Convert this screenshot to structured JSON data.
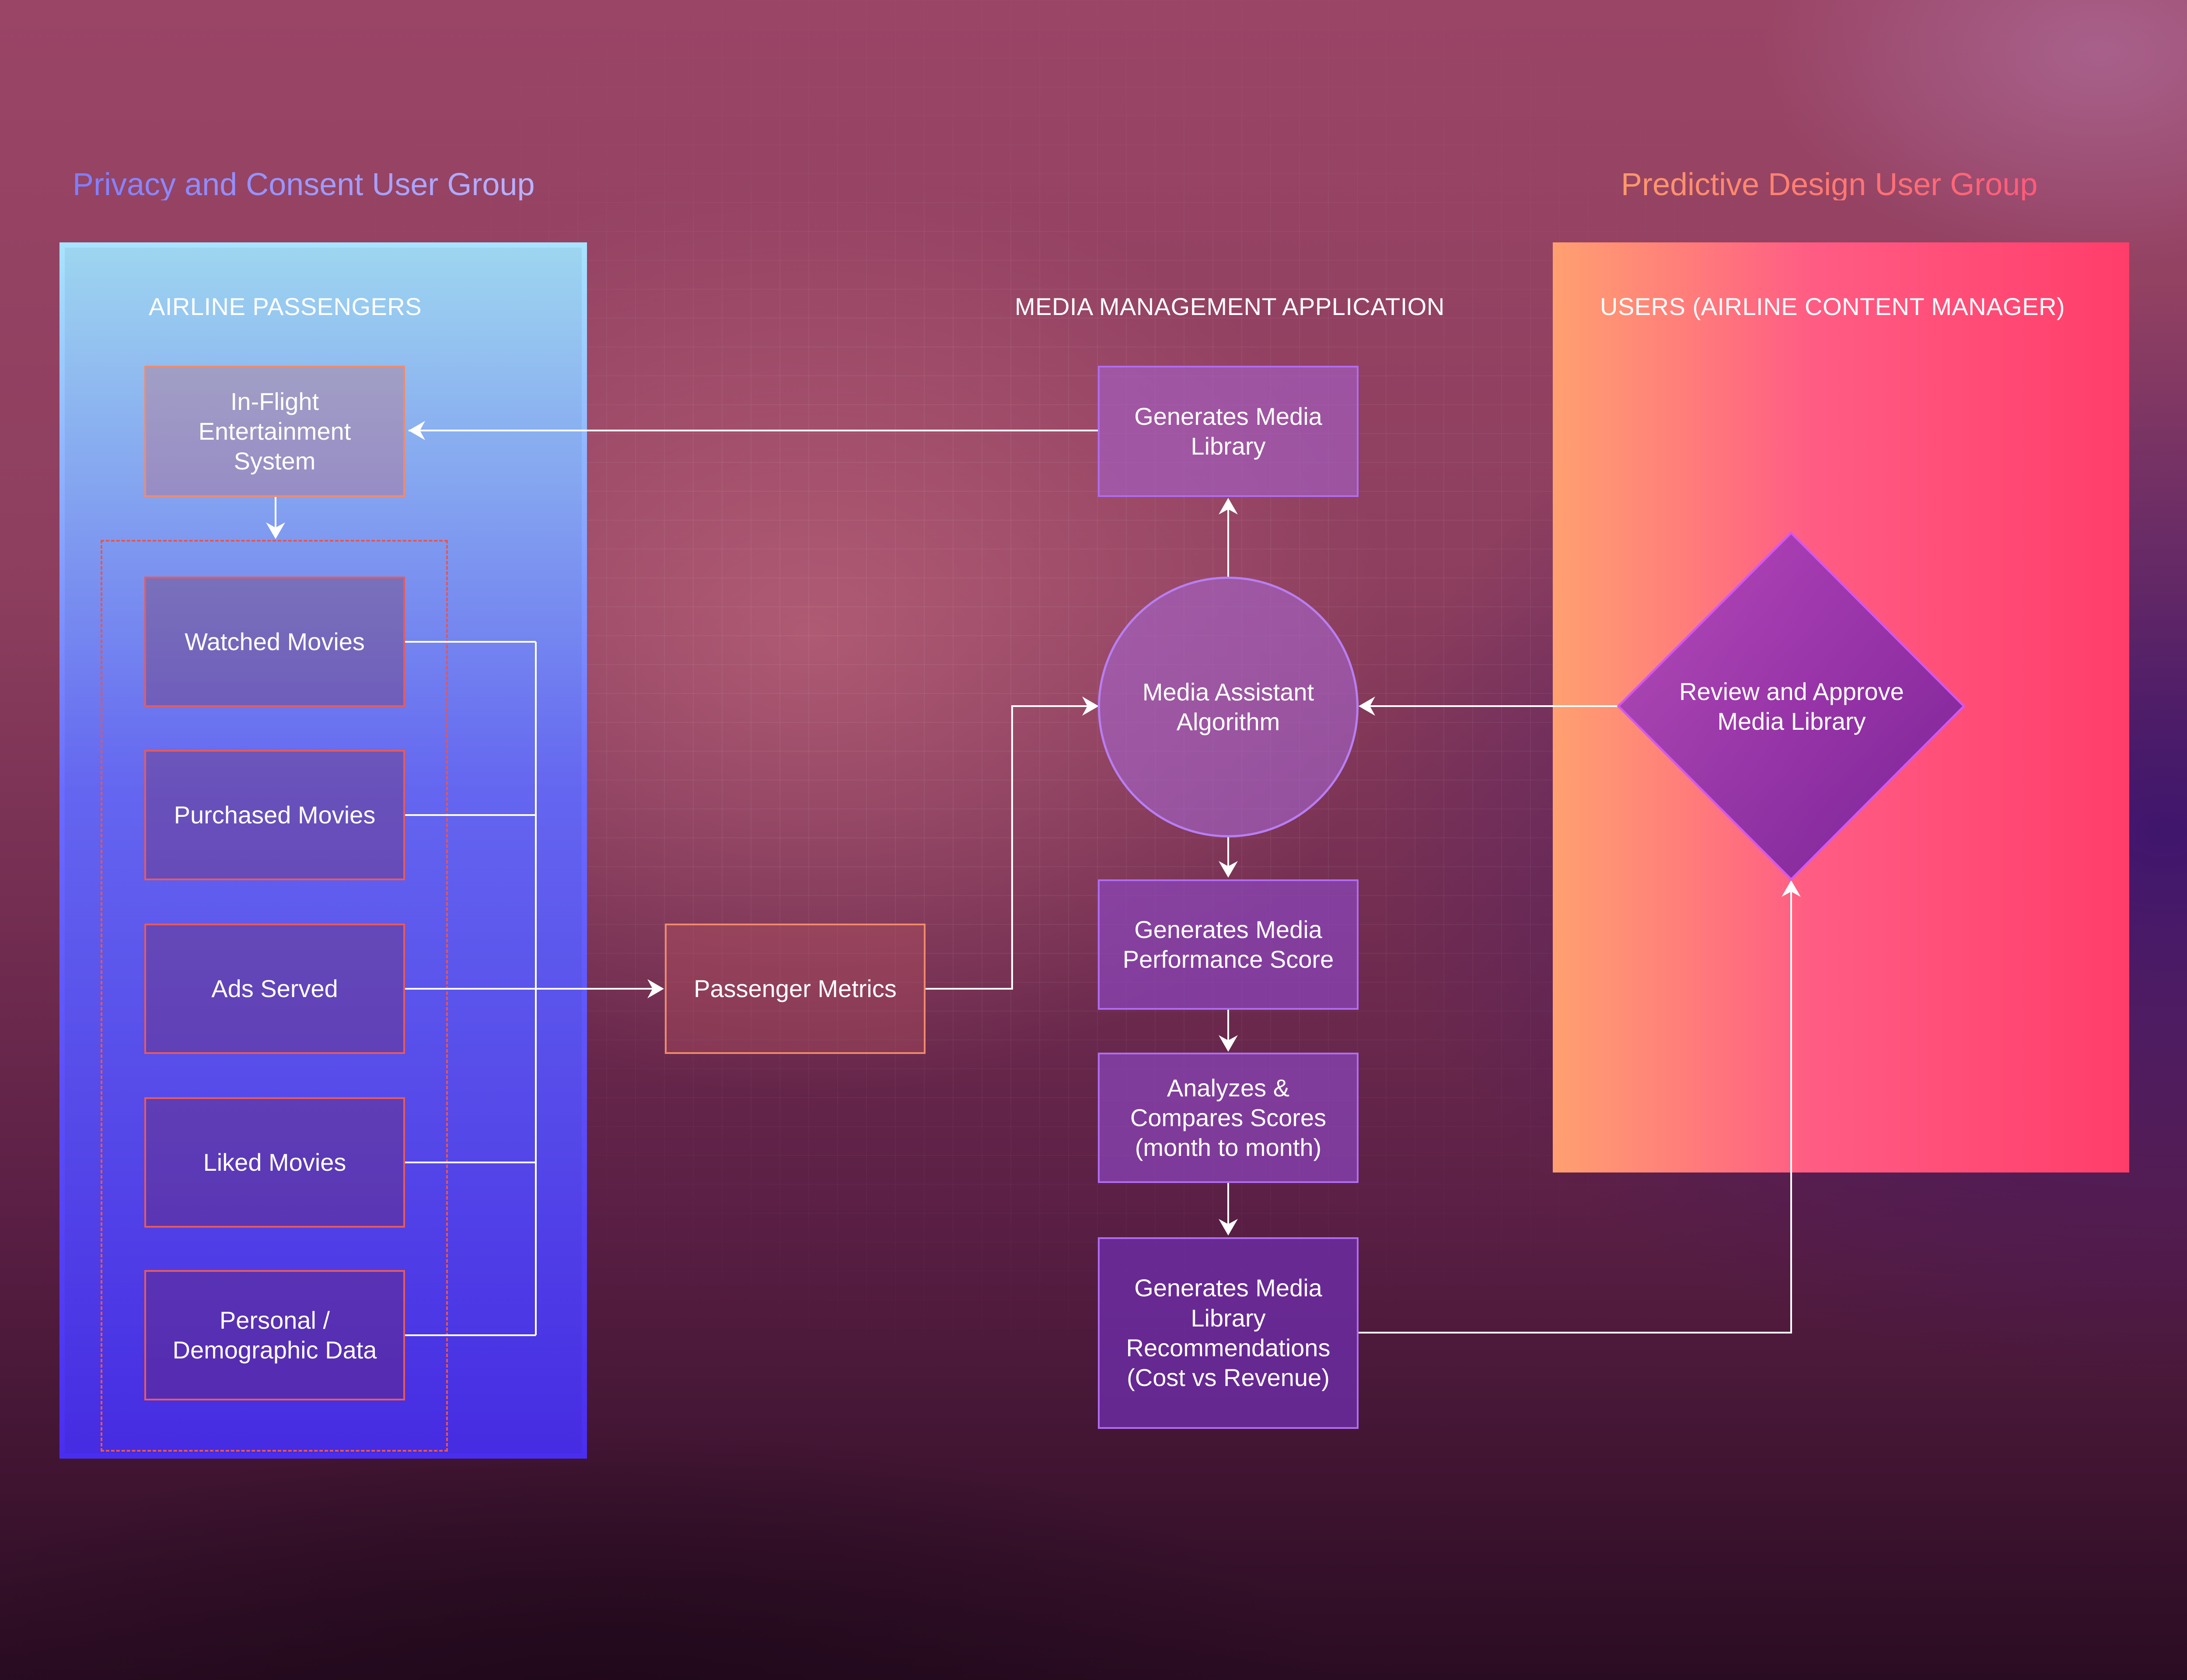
{
  "groups": {
    "privacy_title": "Privacy and Consent User Group",
    "predictive_title": "Predictive Design User Group"
  },
  "sections": {
    "passengers": "AIRLINE PASSENGERS",
    "media_app": "MEDIA MANAGEMENT APPLICATION",
    "users": "USERS (AIRLINE CONTENT MANAGER)"
  },
  "nodes": {
    "ife": "In-Flight\nEntertainment\nSystem",
    "watched": "Watched Movies",
    "purchased": "Purchased Movies",
    "ads": "Ads Served",
    "liked": "Liked Movies",
    "personal": "Personal /\nDemographic Data",
    "metrics": "Passenger Metrics",
    "generates_library": "Generates Media\nLibrary",
    "algorithm": "Media Assistant\nAlgorithm",
    "performance": "Generates Media\nPerformance Score",
    "analyzes": "Analyzes &\nCompares Scores\n(month to month)",
    "recommendations": "Generates Media\nLibrary\nRecommendations\n(Cost vs Revenue)",
    "review": "Review and Approve\nMedia Library"
  },
  "colors": {
    "privacy_gradient": [
      "#7f7dff",
      "#b9b3ff"
    ],
    "predictive_gradient": [
      "#ff9a6a",
      "#ff5a7a"
    ],
    "frame_left": [
      "#a8e4ff",
      "#4a2ef0"
    ],
    "frame_right": [
      "#ffa070",
      "#ff3d6a"
    ],
    "red_box": "#e85a5a",
    "orange_box": "#f08a6c",
    "purple_box": "#b06cf0",
    "connector": "#ffffff"
  }
}
